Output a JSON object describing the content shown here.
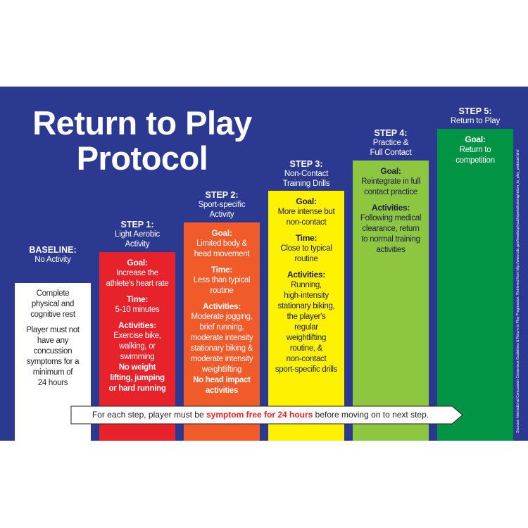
{
  "title": {
    "line1": "Return to Play",
    "line2": "Protocol"
  },
  "colors": {
    "background": "#2b3990",
    "baseline": "#ffffff",
    "step1": "#e8222a",
    "step2": "#f15a29",
    "step3": "#fff200",
    "step4": "#8dc63f",
    "step5": "#009444",
    "highlight": "#e8222a"
  },
  "columns": [
    {
      "step": "BASELINE:",
      "subtitle": "No Activity",
      "sections": [
        {
          "heading": "",
          "text": "Complete\nphysical and\ncognitive rest",
          "bold_text": ""
        },
        {
          "heading": "",
          "text": "Player must not\nhave any\nconcussion\nsymptoms for a\nminimum of\n24 hours",
          "bold_text": ""
        }
      ]
    },
    {
      "step": "STEP 1:",
      "subtitle": "Light Aerobic\nActivity",
      "sections": [
        {
          "heading": "Goal:",
          "text": "Increase the\nathlete's heart rate",
          "bold_text": ""
        },
        {
          "heading": "Time:",
          "text": "5-10 minutes",
          "bold_text": ""
        },
        {
          "heading": "Activities:",
          "text": "Exercise bike,\nwalking, or\nswimming",
          "bold_text": "No weight\nlifting, jumping\nor hard running"
        }
      ]
    },
    {
      "step": "STEP 2:",
      "subtitle": "Sport-specific\nActivity",
      "sections": [
        {
          "heading": "Goal:",
          "text": "Limited body &\nhead movement",
          "bold_text": ""
        },
        {
          "heading": "Time:",
          "text": "Less than typical\nroutine",
          "bold_text": ""
        },
        {
          "heading": "Activities:",
          "text": "Moderate jogging,\nbrief running,\nmoderate intensity\nstationary biking &\nmoderate intensity\nweightlifting",
          "bold_text": "No head impact\nactivities"
        }
      ]
    },
    {
      "step": "STEP 3:",
      "subtitle": "Non-Contact\nTraining Drills",
      "sections": [
        {
          "heading": "Goal:",
          "text": "More intense but\nnon-contact",
          "bold_text": ""
        },
        {
          "heading": "Time:",
          "text": "Close to typical\nroutine",
          "bold_text": ""
        },
        {
          "heading": "Activities:",
          "text": "Running,\nhigh-intensity\nstationary biking,\nthe player's\nregular\nweightlifting\nroutine, &\nnon-contact\nsport-specific drills",
          "bold_text": ""
        }
      ]
    },
    {
      "step": "STEP 4:",
      "subtitle": "Practice &\nFull Contact",
      "sections": [
        {
          "heading": "Goal:",
          "text": "Reintegrate in full\ncontact practice",
          "bold_text": ""
        },
        {
          "heading": "Activities:",
          "text": "Following medical\nclearance, return\nto normal training\nactivities",
          "bold_text": ""
        }
      ]
    },
    {
      "step": "STEP 5:",
      "subtitle": "Return to Play",
      "sections": [
        {
          "heading": "Goal:",
          "text": "Return to\ncompetition",
          "bold_text": ""
        }
      ]
    }
  ],
  "arrow": {
    "before": "For each step, player must be ",
    "emphasis": "symptom free for 24 hours",
    "after": " before moving on to next step."
  },
  "source": "Sources: International Concussion Consensus Guidelines & Return to Play Progression. Retrieved from http://www.cdc.gov/headsup/youthsports/training/return_to_play_protocol.html"
}
